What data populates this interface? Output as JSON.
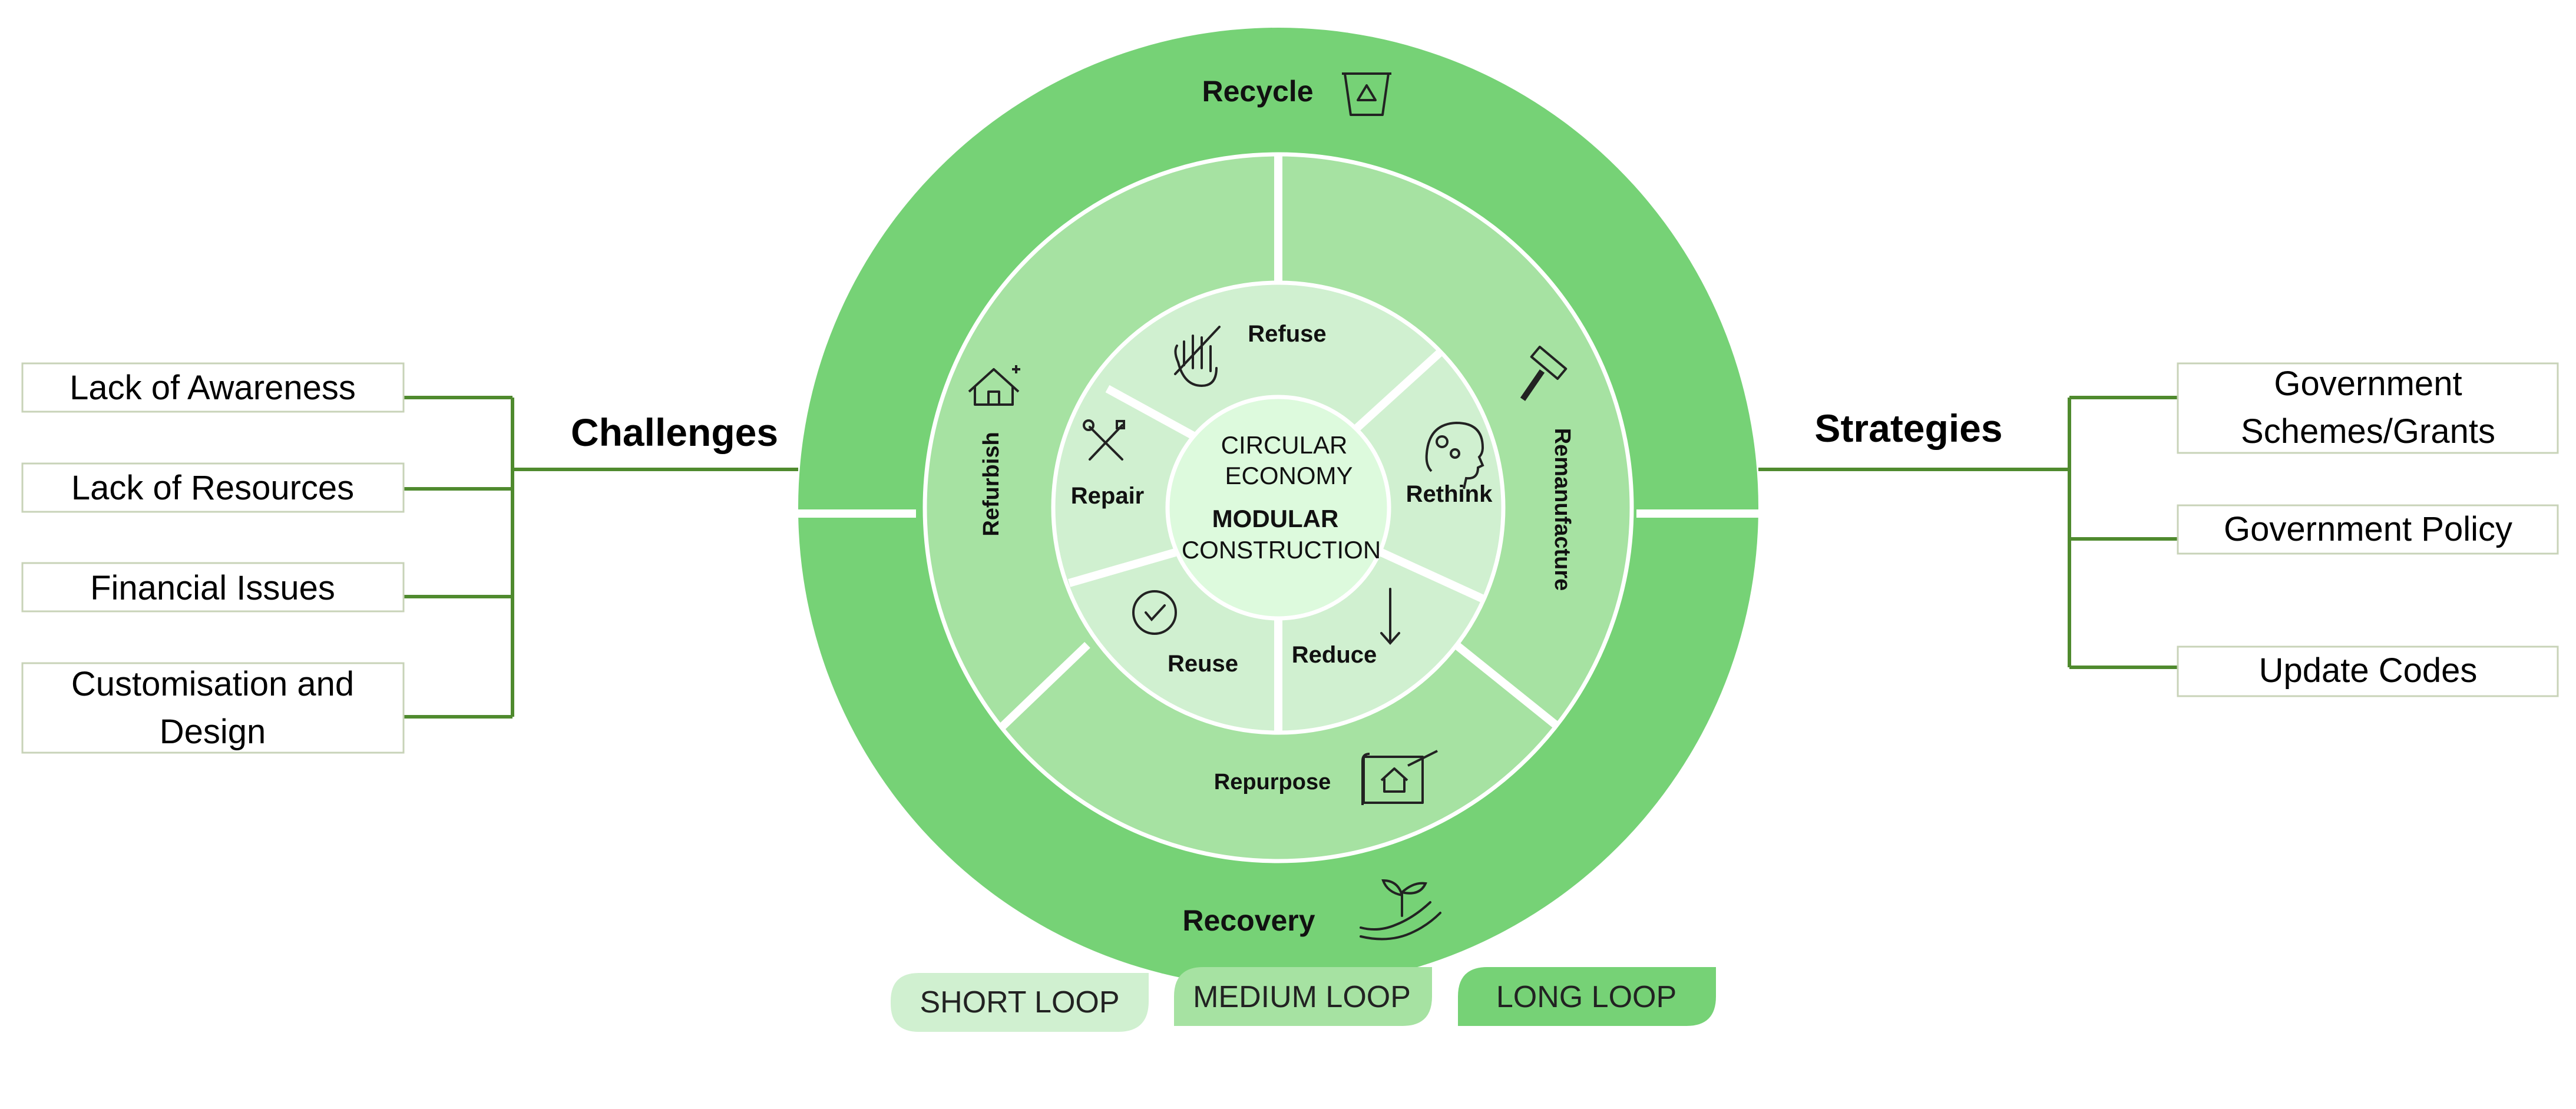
{
  "center": {
    "line1": "CIRCULAR",
    "line2": "ECONOMY",
    "line3": "MODULAR",
    "line4": "CONSTRUCTION"
  },
  "short_loop": {
    "refuse": "Refuse",
    "rethink": "Rethink",
    "reduce": "Reduce",
    "reuse": "Reuse",
    "repair": "Repair"
  },
  "medium_loop": {
    "refurbish": "Refurbish",
    "remanufacture": "Remanufacture",
    "repurpose": "Repurpose"
  },
  "long_loop": {
    "recycle": "Recycle",
    "recovery": "Recovery"
  },
  "challenges": {
    "heading": "Challenges",
    "items": [
      "Lack of Awareness",
      "Lack of Resources",
      "Financial Issues",
      "Customisation and",
      "Design"
    ]
  },
  "strategies": {
    "heading": "Strategies",
    "items": [
      "Government",
      "Schemes/Grants",
      "Government Policy",
      "Update Codes"
    ]
  },
  "legend": {
    "short": "SHORT LOOP",
    "medium": "MEDIUM LOOP",
    "long": "LONG LOOP"
  },
  "colors": {
    "long_loop": "#76d276",
    "medium_loop": "#a6e2a2",
    "short_loop": "#d0f0d0",
    "center": "#ddfadd",
    "connector": "#4f8a2e",
    "box_border": "#c8d3b8"
  },
  "icons": {
    "recycle": "recycle-bin-icon",
    "recovery": "hand-plant-icon",
    "refurbish": "house-sparkle-icon",
    "remanufacture": "hammer-icon",
    "repurpose": "house-blueprint-icon",
    "refuse": "hand-stop-icon",
    "rethink": "head-gears-icon",
    "reduce": "arrow-down-icon",
    "reuse": "check-circle-icon",
    "repair": "tools-cross-icon"
  }
}
